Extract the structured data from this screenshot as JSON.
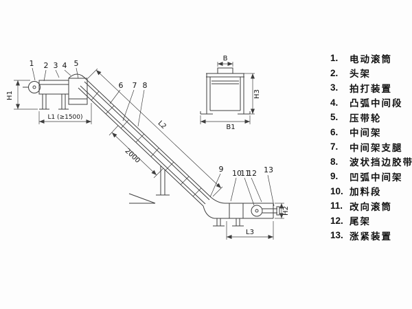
{
  "diagram": {
    "callouts": [
      "1",
      "2",
      "3",
      "4",
      "5",
      "6",
      "7",
      "8",
      "9",
      "10",
      "11",
      "12",
      "13"
    ],
    "dimensions": {
      "h1": "H1",
      "l1": "L1 (≥1500)",
      "l2": "L2",
      "leg_spacing": "2000",
      "l3": "L3",
      "h2": "H2",
      "b": "B",
      "b1": "B1",
      "h3": "H3"
    }
  },
  "parts_list": {
    "items": [
      {
        "num": "1.",
        "label": "电动滚筒"
      },
      {
        "num": "2.",
        "label": "头架"
      },
      {
        "num": "3.",
        "label": "拍打装置"
      },
      {
        "num": "4.",
        "label": "凸弧中间段"
      },
      {
        "num": "5.",
        "label": "压带轮"
      },
      {
        "num": "6.",
        "label": "中间架"
      },
      {
        "num": "7.",
        "label": "中间架支腿"
      },
      {
        "num": "8.",
        "label": "波状挡边胶带"
      },
      {
        "num": "9.",
        "label": "凹弧中间架"
      },
      {
        "num": "10.",
        "label": "加料段"
      },
      {
        "num": "11.",
        "label": "改向滚筒"
      },
      {
        "num": "12.",
        "label": "尾架"
      },
      {
        "num": "13.",
        "label": "涨紧装置"
      }
    ]
  }
}
